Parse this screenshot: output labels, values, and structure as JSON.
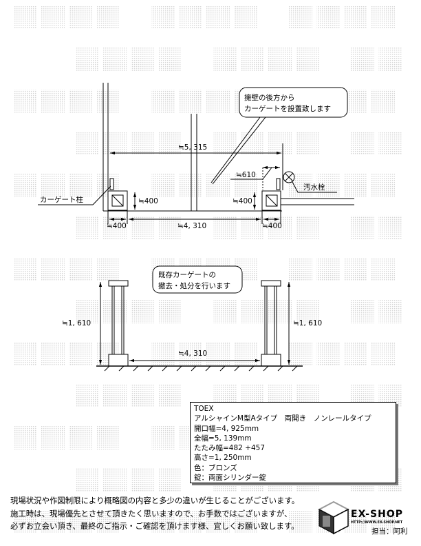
{
  "watermark": "転載禁止",
  "plan": {
    "callout_line1": "擁壁の後方から",
    "callout_line2": "カーゲートを設置致します",
    "dim_total": "≒5, 315",
    "dim_610": "≒610",
    "sewer_label": "汚水栓",
    "post_label": "カーゲート柱",
    "dim_post_h_left": "≒400",
    "dim_post_h_right": "≒400",
    "dim_post_w_left": "≒400",
    "dim_span": "≒4, 310",
    "dim_post_w_right": "≒400"
  },
  "elevation": {
    "callout_line1": "既存カーゲートの",
    "callout_line2": "撤去・処分を行います",
    "dim_height_left": "≒1, 610",
    "dim_height_right": "≒1, 610",
    "dim_span": "≒4, 310"
  },
  "spec": {
    "lines": [
      "TOEX",
      "アルシャインM型Aタイプ　両開き　ノンレールタイプ",
      "開口幅=4, 925mm",
      "全幅=5, 139mm",
      "たたみ幅=482 +457",
      "高さ=1, 250mm",
      "色：ブロンズ",
      "錠：両面シリンダー錠"
    ]
  },
  "footer": {
    "notes": [
      "現場状況や作図制限により概略図の内容と多少の違いが生じることがございます。",
      "施工時は、現場優先とさせて頂きたく思いますので、お手数ではございますが、",
      "必ずお立会い頂き、最終のご指示・ご確認を頂けます様、宜しくお願い致します。"
    ],
    "brand": "EX-SHOP",
    "url": "HTTP://WWW.EX-SHOP.NET",
    "staff": "担当：阿利"
  }
}
